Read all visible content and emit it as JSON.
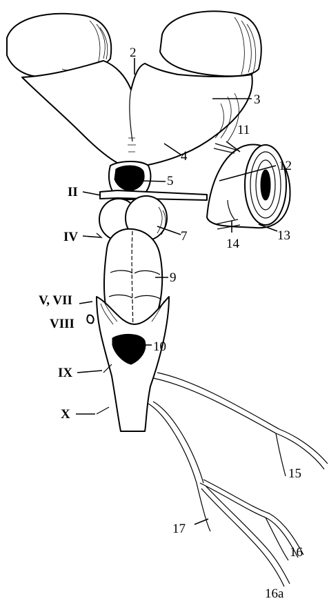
{
  "labels": {
    "l2": "2",
    "l3": "3",
    "l4": "4",
    "l5": "5",
    "l7": "7",
    "l9": "9",
    "l10": "10",
    "l11": "11",
    "l12": "12",
    "l13": "13",
    "l14": "14",
    "l15": "15",
    "l16": "16",
    "l16a": "16a",
    "l17": "17",
    "nII": "II",
    "nIV": "IV",
    "nVVII": "V, VII",
    "nVIII": "VIII",
    "nIX": "IX",
    "nX": "X"
  }
}
